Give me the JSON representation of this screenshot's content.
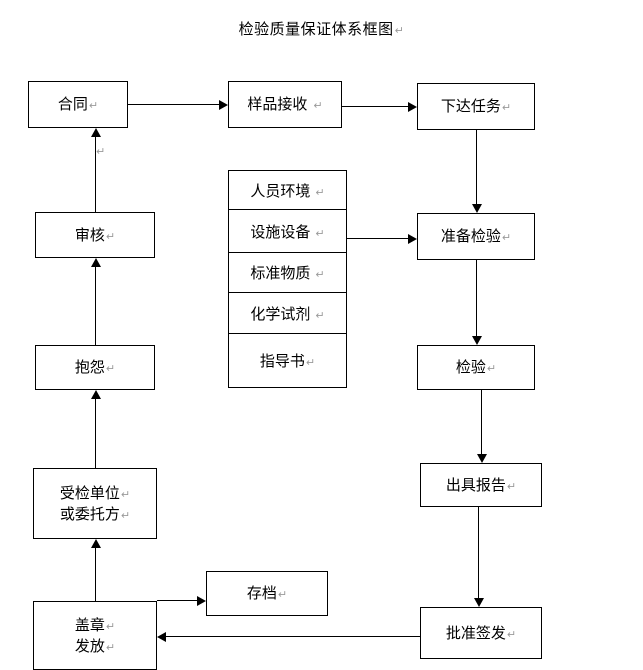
{
  "title": {
    "text": "检验质量保证体系框图",
    "pilcrow": "↵"
  },
  "marks": {
    "pilcrow": "↵"
  },
  "nodes": {
    "contract": {
      "label": "合同"
    },
    "sample_receipt": {
      "label": "样品接收"
    },
    "assign_task": {
      "label": "下达任务"
    },
    "review": {
      "label": "审核"
    },
    "complaint": {
      "label": "抱怨"
    },
    "client_line1": {
      "label": "受检单位"
    },
    "client_line2": {
      "label": "或委托方"
    },
    "stamp_line1": {
      "label": "盖章"
    },
    "stamp_line2": {
      "label": "发放"
    },
    "archive": {
      "label": "存档"
    },
    "prepare_inspection": {
      "label": "准备检验"
    },
    "inspection": {
      "label": "检验"
    },
    "issue_report": {
      "label": "出具报告"
    },
    "approve_sign": {
      "label": "批准签发"
    }
  },
  "resource_stack": {
    "items": [
      {
        "label": "人员环境"
      },
      {
        "label": "设施设备"
      },
      {
        "label": "标准物质"
      },
      {
        "label": "化学试剂"
      },
      {
        "label": "指导书"
      }
    ]
  },
  "colors": {
    "line": "#000000",
    "text": "#000000",
    "pilcrow": "#9a9a9a",
    "background": "#ffffff"
  }
}
